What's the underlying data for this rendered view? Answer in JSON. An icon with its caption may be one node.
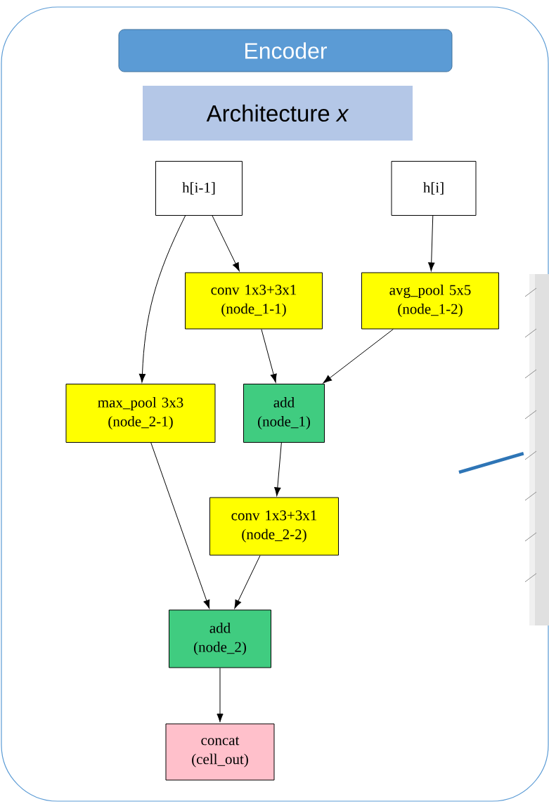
{
  "diagram": {
    "nodes": [
      {
        "text": [],
        "shape": "box"
      },
      {
        "text": [
          "Encoder"
        ],
        "in": 0
      },
      {
        "text": [
          "Architecture *x*"
        ],
        "in": 0
      },
      {
        "text": [
          "h[i-1]"
        ],
        "in": 0
      },
      {
        "text": [
          "h[i]"
        ],
        "in": 0
      },
      {
        "text": [
          "conv 1x3+3x1 (node_1-1)"
        ],
        "in": 0
      },
      {
        "text": [
          "avg_pool 5x5 (node_1-2)"
        ],
        "in": 0
      },
      {
        "text": [
          "max_pool 3x3 (node_2-1)"
        ],
        "in": 0
      },
      {
        "text": [
          "add (node_1)"
        ],
        "in": 0
      },
      {
        "text": [
          "conv 1x3+3x1 (node_2-2)"
        ],
        "in": 0
      },
      {
        "text": [
          "add (node_2)"
        ],
        "in": 0
      },
      {
        "text": [
          "concat (cell_out)"
        ],
        "in": 0
      },
      {
        "text": [],
        "shape": "picture",
        "in": 0
      }
    ],
    "edges": [
      {
        "from": 3,
        "to": 5,
        "arrow": "to"
      },
      {
        "from": 3,
        "to": 7,
        "arrow": "to"
      },
      {
        "from": 4,
        "to": 6,
        "arrow": "to"
      },
      {
        "from": 5,
        "to": 8,
        "arrow": "to"
      },
      {
        "from": 6,
        "to": 8,
        "arrow": "to"
      },
      {
        "from": 7,
        "to": 10,
        "arrow": "to"
      },
      {
        "from": 8,
        "to": 9,
        "arrow": "to"
      },
      {
        "from": 9,
        "to": 10,
        "arrow": "to"
      },
      {
        "from": 10,
        "to": 11,
        "arrow": "to"
      },
      {
        "from": null,
        "to": 12,
        "arrow": "none",
        "style": "thick",
        "color": "#2e75b6"
      }
    ]
  }
}
